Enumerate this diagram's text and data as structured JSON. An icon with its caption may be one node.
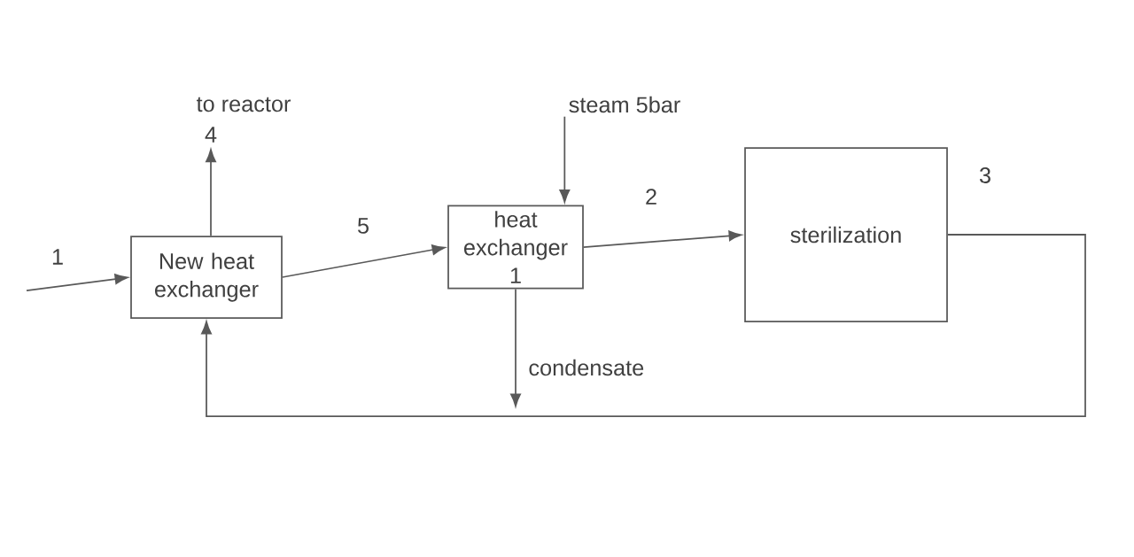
{
  "diagram": {
    "nodes": [
      {
        "text": [
          "New heat exchanger"
        ]
      },
      {
        "text": [
          "heat exchanger 1"
        ]
      },
      {
        "text": [
          "sterilization"
        ]
      },
      {
        "text": [
          "steam 5bar"
        ]
      },
      {
        "text": [
          "to reactor"
        ]
      }
    ],
    "edges": [
      {
        "from": null,
        "to": 0,
        "arrow": "to",
        "label": "1"
      },
      {
        "from": 0,
        "to": 4,
        "arrow": "to",
        "label": "4"
      },
      {
        "from": 0,
        "to": 1,
        "arrow": "to",
        "label": "5"
      },
      {
        "from": 3,
        "to": 1,
        "arrow": "to"
      },
      {
        "from": 1,
        "to": 2,
        "arrow": "to",
        "label": "2"
      },
      {
        "from": 2,
        "to": 0,
        "arrow": "to",
        "label": "3"
      },
      {
        "from": 1,
        "to": null,
        "arrow": "to",
        "label": "condensate"
      }
    ]
  }
}
